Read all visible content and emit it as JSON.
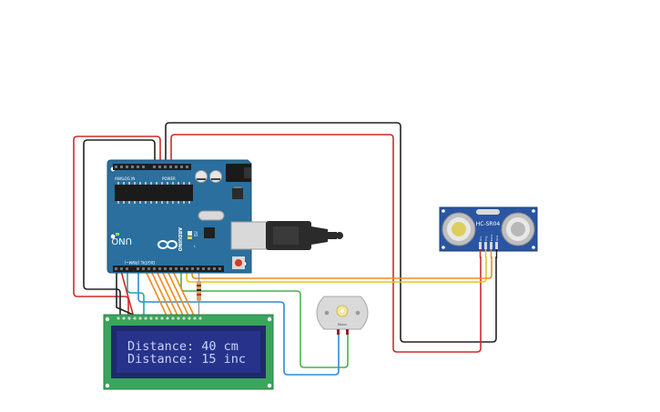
{
  "arduino": {
    "brand": "UNO",
    "logo_text": "ARDUINO",
    "analog_in_label": "ANALOG IN",
    "power_label": "POWER",
    "digital_label": "DIGITAL (PWM~)",
    "led_tx": "TX",
    "led_rx": "RX",
    "led_l": "L",
    "colors": {
      "board": "#2a6f9e",
      "header": "#1f1f1f",
      "chip": "#1b1b1b"
    }
  },
  "lcd": {
    "line1": "Distance: 40 cm",
    "line2": "Distance: 15 inc",
    "colors": {
      "board": "#3aa55c",
      "screen": "#27338a",
      "text": "#c9d2ff"
    }
  },
  "sensor": {
    "model": "HC-SR04",
    "pin_labels": [
      "Vcc",
      "Trig",
      "Echo",
      "Gnd"
    ],
    "colors": {
      "board": "#2a55a3"
    }
  },
  "motor": {
    "label": "Motor",
    "colors": {
      "body": "#d9d9d9",
      "shaft": "#f2e7a0"
    }
  },
  "wire_colors": {
    "red": "#cc2b2b",
    "black": "#222222",
    "orange": "#ef8a1e",
    "yellow": "#e8c21f",
    "green": "#4bb04b",
    "blue": "#2b8bd6",
    "teal": "#26a3a3"
  }
}
